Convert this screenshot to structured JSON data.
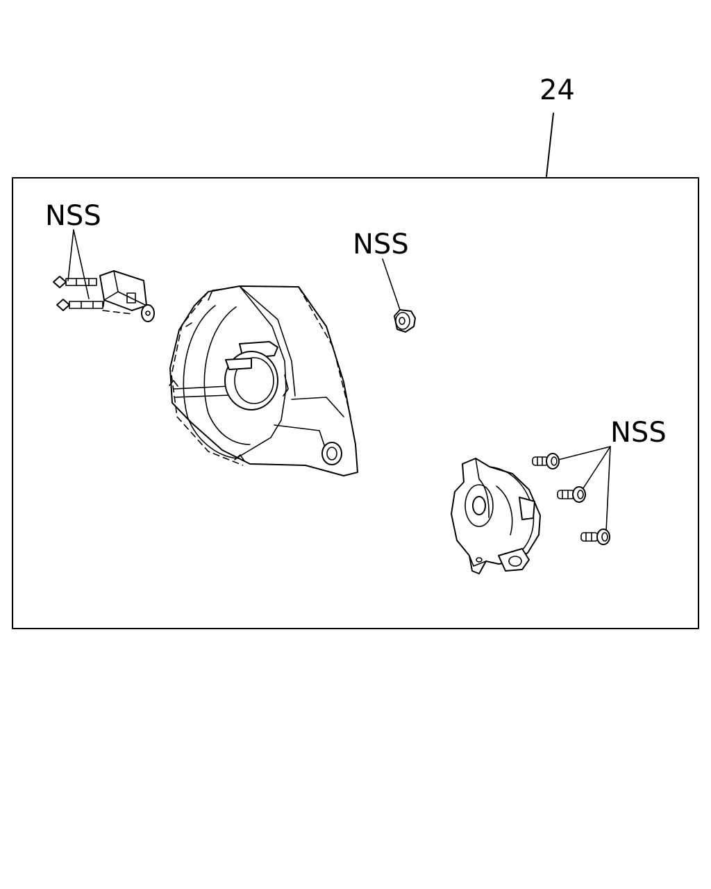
{
  "callouts": {
    "assembly_number": "24",
    "nss_top_left": "NSS",
    "nss_top_center": "NSS",
    "nss_right": "NSS"
  }
}
